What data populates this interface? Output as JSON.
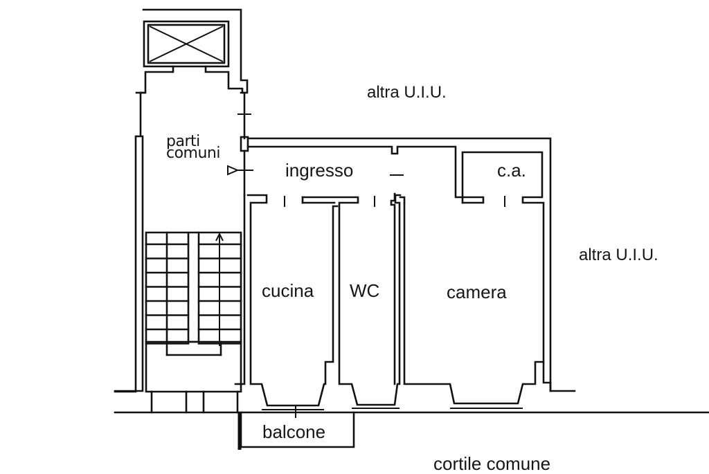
{
  "drawing": {
    "type": "floor-plan",
    "line_color": "#111111",
    "background": "#ffffff"
  },
  "labels": {
    "altra_uiu_top": "altra U.I.U.",
    "altra_uiu_right": "altra U.I.U.",
    "parti_comuni_line1": "parti",
    "parti_comuni_line2": "comuni",
    "ingresso": "ingresso",
    "ca": "c.a.",
    "cucina": "cucina",
    "wc": "WC",
    "camera": "camera",
    "balcone": "balcone",
    "cortile_comune": "cortile comune"
  },
  "symbols": {
    "elevator": "elevator-shaft-icon",
    "stairs_direction": "up-arrow-icon",
    "entrance_marker": "triangle-entrance-icon"
  }
}
